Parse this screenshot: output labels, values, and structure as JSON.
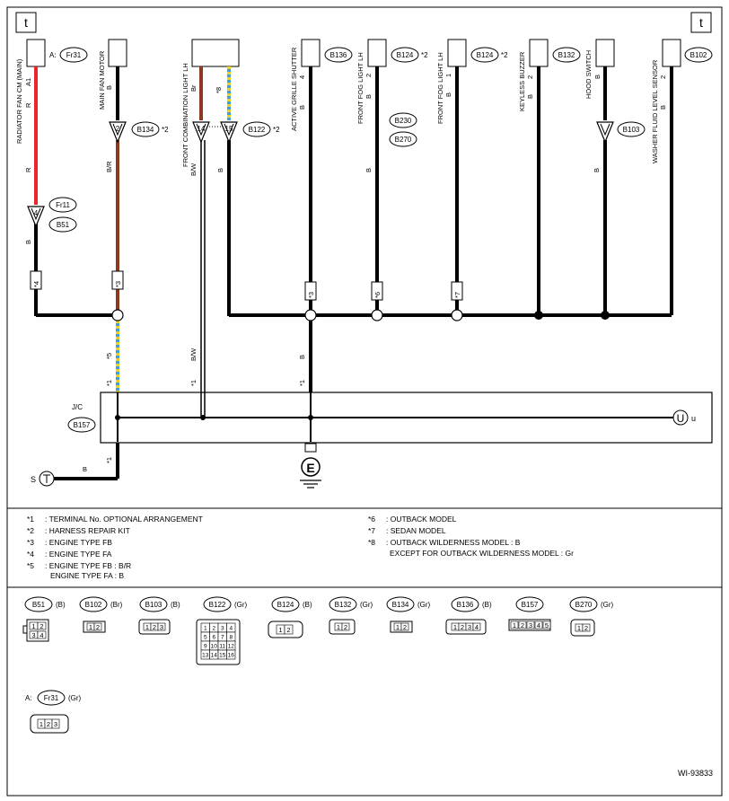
{
  "corner_marks": {
    "left": "t",
    "right": "t",
    "bottom_left": "S",
    "bottom_right": "U",
    "bottom_right_letter": "u"
  },
  "ground": "E",
  "diagram_id": "WI-93833",
  "components": [
    {
      "name": "RADIATOR FAN CM (MAIN)",
      "prefix": "A:",
      "conn": "Fr31",
      "pin": "A1",
      "wire": "R"
    },
    {
      "name": "MAIN FAN MOTOR",
      "conn": "B134",
      "star": "*2",
      "pin": "B",
      "jpin": "2",
      "wire": "B/R"
    },
    {
      "name": "FRONT COMBINATION LIGHT LH",
      "conn": "B122",
      "star": "*2",
      "pin1": "Br",
      "jpin1": "14",
      "pin2": "*8",
      "jpin2": "15",
      "wire": "B/W"
    },
    {
      "name": "ACTIVE GRILLE SHUTTER",
      "conn": "B136",
      "pin": "4",
      "wire": "B"
    },
    {
      "name": "FRONT FOG LIGHT LH",
      "conn": "B124",
      "star": "*2",
      "pin": "2",
      "wire": "B",
      "extra1": "B230",
      "extra2": "B270"
    },
    {
      "name": "FRONT FOG LIGHT LH",
      "conn": "B124",
      "star": "*2",
      "pin": "1",
      "wire": "B"
    },
    {
      "name": "KEYLESS BUZZER",
      "conn": "B132",
      "pin": "2",
      "wire": "B"
    },
    {
      "name": "HOOD SWITCH",
      "conn": "B103",
      "pin": "B",
      "wire": "B"
    },
    {
      "name": "WASHER FLUID LEVEL SENSOR",
      "conn": "B102",
      "pin": "2",
      "wire": "B"
    }
  ],
  "inline_labels": {
    "fr11": "Fr11",
    "b51": "B51",
    "j4": "4",
    "s4": "*4",
    "s3a": "*3",
    "s3b": "*3",
    "s6": "*6",
    "s7": "*7",
    "w_b_r": "B/R",
    "w_r": "R",
    "w_b": "B",
    "w_bw": "B/W",
    "w_b2": "B",
    "w_b_s": "B",
    "s5": "*5",
    "s1a": "*1",
    "s1b": "*1",
    "s1c": "*1",
    "s1d": "*1",
    "jc": "J/C",
    "b157": "B157"
  },
  "notes": [
    {
      "key": "*1",
      "text": ": TERMINAL No. OPTIONAL ARRANGEMENT"
    },
    {
      "key": "*2",
      "text": ": HARNESS REPAIR KIT"
    },
    {
      "key": "*3",
      "text": ": ENGINE TYPE FB"
    },
    {
      "key": "*4",
      "text": ": ENGINE TYPE FA"
    },
    {
      "key": "*5",
      "text": ": ENGINE TYPE FB   : B/R"
    },
    {
      "key": "",
      "text": "ENGINE TYPE FA   : B"
    },
    {
      "key": "*6",
      "text": ": OUTBACK MODEL"
    },
    {
      "key": "*7",
      "text": ": SEDAN MODEL"
    },
    {
      "key": "*8",
      "text": ": OUTBACK WILDERNESS MODEL  : B"
    },
    {
      "key": "",
      "text": "EXCEPT FOR OUTBACK WILDERNESS MODEL  : Gr"
    }
  ],
  "connectors": [
    {
      "id": "B51",
      "color": "(B)"
    },
    {
      "id": "B102",
      "color": "(Br)"
    },
    {
      "id": "B103",
      "color": "(B)"
    },
    {
      "id": "B122",
      "color": "(Gr)"
    },
    {
      "id": "B124",
      "color": "(B)"
    },
    {
      "id": "B132",
      "color": "(Gr)"
    },
    {
      "id": "B134",
      "color": "(Gr)"
    },
    {
      "id": "B136",
      "color": "(B)"
    },
    {
      "id": "B157",
      "color": ""
    },
    {
      "id": "B270",
      "color": "(Gr)"
    },
    {
      "id": "Fr31",
      "color": "(Gr)",
      "prefix": "A:"
    }
  ],
  "pin_grids": {
    "b51": [
      "1",
      "2",
      "3",
      "4"
    ],
    "b102": [
      "1",
      "2"
    ],
    "b103": [
      "1",
      "2",
      "3"
    ],
    "b122": [
      "1",
      "2",
      "3",
      "4",
      "5",
      "6",
      "7",
      "8",
      "9",
      "10",
      "11",
      "12",
      "13",
      "14",
      "15",
      "16"
    ],
    "b124": [
      "1",
      "2"
    ],
    "b132": [
      "1",
      "2"
    ],
    "b134": [
      "1",
      "2"
    ],
    "b136": [
      "1",
      "2",
      "3",
      "4"
    ],
    "b157": [
      "1",
      "2",
      "3",
      "4",
      "5"
    ],
    "b270": [
      "1",
      "2"
    ],
    "fr31": [
      "1",
      "2",
      "3"
    ]
  },
  "colors": {
    "red": "#e8262b",
    "brown": "#8b3a1f",
    "yellow": "#f0d020",
    "blue": "#3aa0e0"
  }
}
